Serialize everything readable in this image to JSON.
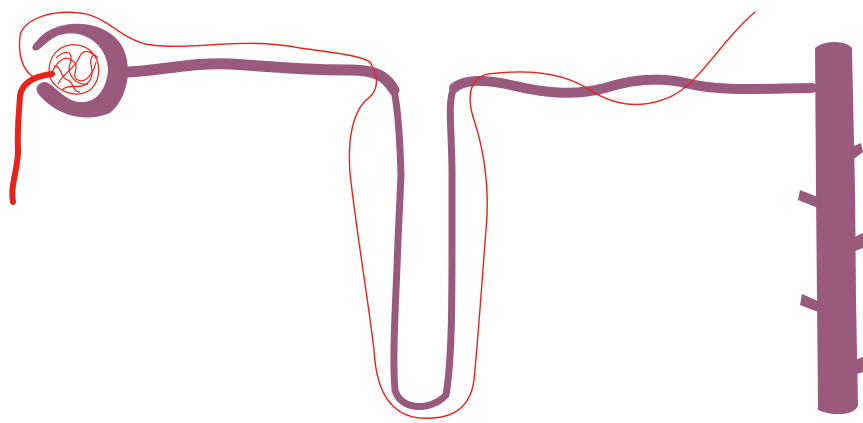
{
  "diagram": {
    "colors": {
      "tubule": "#9a5a7e",
      "vessel": "#e8231a",
      "background": "#ffffff"
    },
    "parts": [
      {
        "id": "afferent-arteriole",
        "icon": "artery-icon"
      },
      {
        "id": "glomerulus",
        "icon": "capillary-tuft-icon"
      },
      {
        "id": "bowman-capsule",
        "icon": "capsule-icon"
      },
      {
        "id": "proximal-tubule",
        "icon": "tubule-icon"
      },
      {
        "id": "loop-of-henle",
        "icon": "loop-icon"
      },
      {
        "id": "distal-tubule",
        "icon": "tubule-icon"
      },
      {
        "id": "collecting-duct",
        "icon": "duct-icon"
      },
      {
        "id": "peritubular-capillary",
        "icon": "capillary-icon"
      }
    ]
  }
}
